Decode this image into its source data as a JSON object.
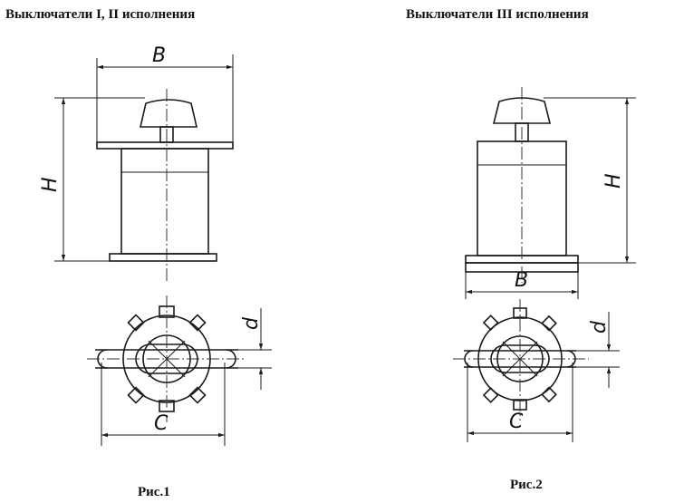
{
  "headings": {
    "left": "Выключатели I, II исполнения",
    "right": "Выключатели III исполнения"
  },
  "captions": {
    "fig1": "Рис.1",
    "fig2": "Рис.2"
  },
  "labels": {
    "width": "B",
    "height": "H",
    "diameter": "d",
    "center": "C"
  }
}
